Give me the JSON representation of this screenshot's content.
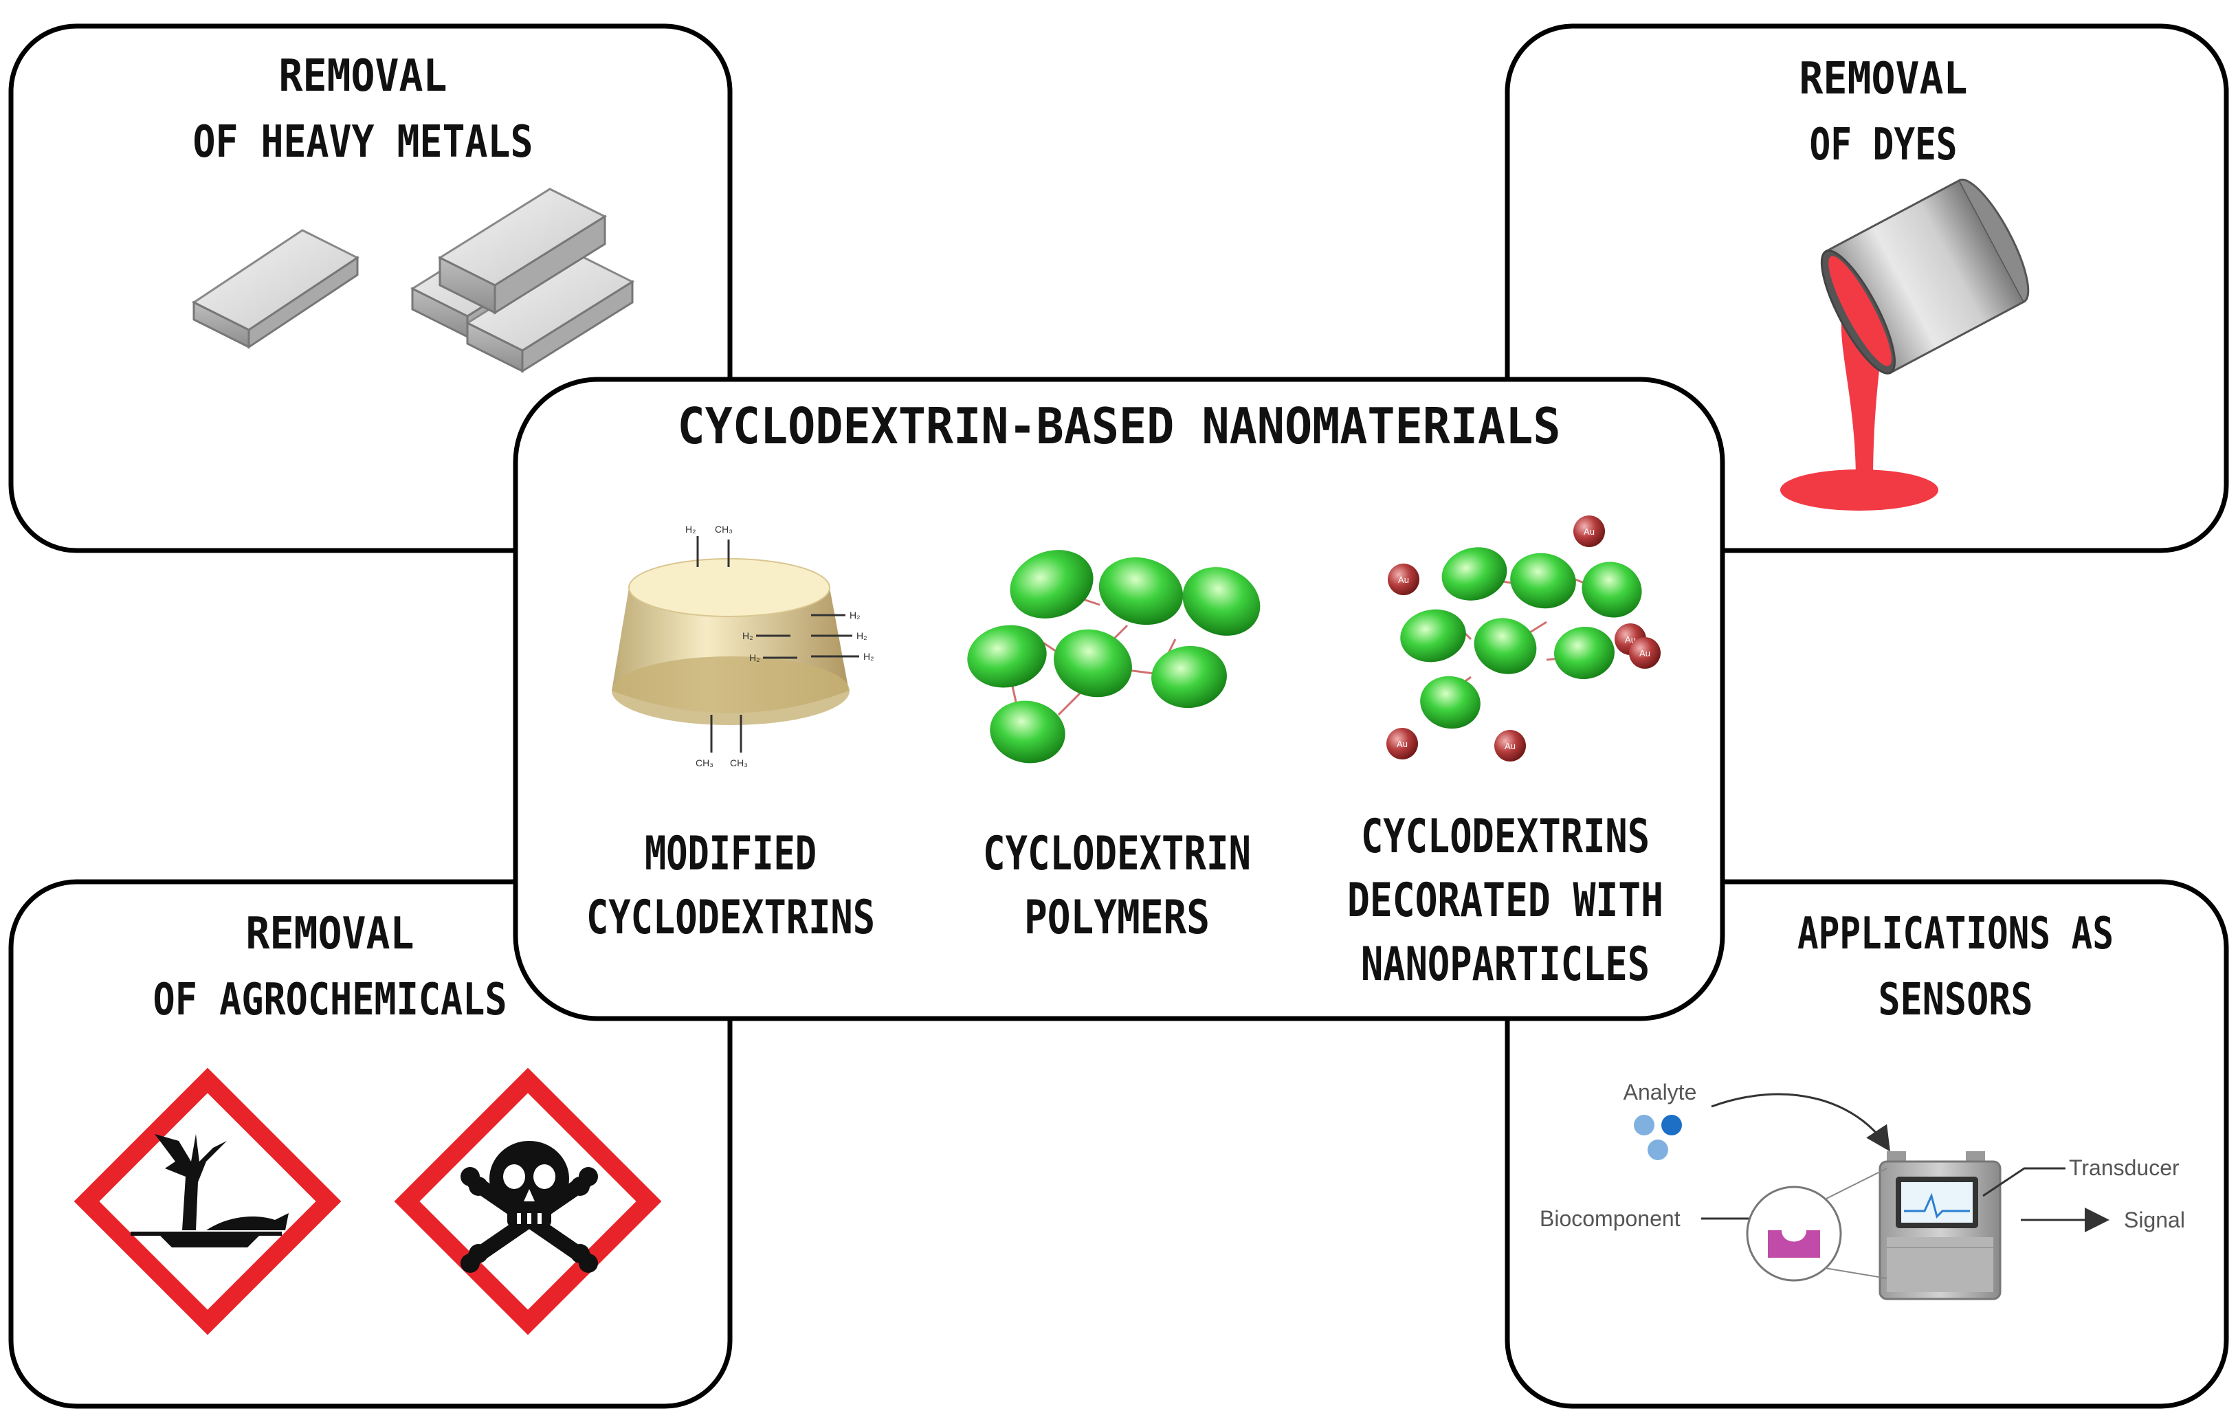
{
  "center": {
    "title": "CYCLODEXTRIN-BASED NANOMATERIALS",
    "items": [
      {
        "lines": [
          "MODIFIED",
          "CYCLODEXTRINS"
        ]
      },
      {
        "lines": [
          "CYCLODEXTRIN",
          "POLYMERS"
        ]
      },
      {
        "lines": [
          "CYCLODEXTRINS",
          "DECORATED WITH",
          "NANOPARTICLES"
        ]
      }
    ],
    "modified_cd_labels": {
      "top_left": "H₂",
      "top_right": "CH₃",
      "side_1": "H₂",
      "side_2": "H₂",
      "side_3": "H₂",
      "inner_1": "H₂",
      "inner_2": "H₂",
      "bottom_left": "CH₃",
      "bottom_right": "CH₃"
    },
    "nanoparticle_label": "Au"
  },
  "heavy_metals": {
    "lines": [
      "REMOVAL",
      "OF HEAVY METALS"
    ]
  },
  "dyes": {
    "lines": [
      "REMOVAL",
      "OF DYES"
    ]
  },
  "agrochemicals": {
    "lines": [
      "REMOVAL",
      "OF AGROCHEMICALS"
    ]
  },
  "sensors": {
    "lines": [
      "APPLICATIONS AS",
      "SENSORS"
    ],
    "analyte": "Analyte",
    "transducer": "Transducer",
    "biocomponent": "Biocomponent",
    "signal": "Signal"
  },
  "colors": {
    "border": "#000000",
    "dye_red": "#f23a45",
    "hazard_red": "#e8242a",
    "cd_green": "#2fb52f",
    "au_red": "#9b2a2a",
    "analyte_light": "#7fb0e0",
    "analyte_dark": "#1c6fc4",
    "biocomponent": "#c04ba8"
  },
  "icons": [
    "metal-ingots-icon",
    "paint-can-icon",
    "environment-hazard-icon",
    "toxic-skull-icon",
    "biosensor-device-icon"
  ]
}
